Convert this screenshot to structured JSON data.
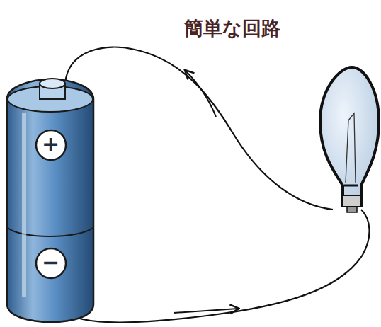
{
  "diagram": {
    "title": "簡単な回路",
    "labels": [
      "+",
      "−"
    ]
  }
}
